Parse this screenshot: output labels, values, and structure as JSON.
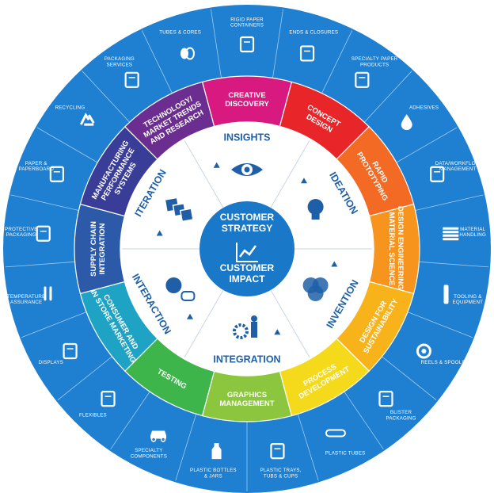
{
  "colors": {
    "outer_ring": "#1f7fd0",
    "outer_divider": "#9ecbef",
    "inner_white": "#ffffff",
    "hub": "#1a78c9",
    "stage_text": "#1f5fa8",
    "icon": "#ffffff"
  },
  "outer_items": [
    {
      "label": "RIGID PAPER CONTAINERS",
      "icon": "rigid-container-icon"
    },
    {
      "label": "ENDS & CLOSURES",
      "icon": "closure-icon"
    },
    {
      "label": "SPECIALTY PAPER PRODUCTS",
      "icon": "paper-cup-icon"
    },
    {
      "label": "ADHESIVES",
      "icon": "drop-icon"
    },
    {
      "label": "DATA/WORKFLOW MANAGEMENT",
      "icon": "swatch-fan-icon"
    },
    {
      "label": "MATERIAL HANDLING",
      "icon": "pallet-icon"
    },
    {
      "label": "TOOLING & EQUIPMENT",
      "icon": "drill-bit-icon"
    },
    {
      "label": "REELS & SPOOLS",
      "icon": "reel-icon"
    },
    {
      "label": "BLISTER PACKAGING",
      "icon": "blister-icon"
    },
    {
      "label": "PLASTIC TUBES",
      "icon": "tube-icon"
    },
    {
      "label": "PLASTIC TRAYS, TUBS & CUPS",
      "icon": "tray-icon"
    },
    {
      "label": "PLASTIC BOTTLES & JARS",
      "icon": "bottle-icon"
    },
    {
      "label": "SPECIALTY COMPONENTS",
      "icon": "car-icon"
    },
    {
      "label": "FLEXIBLES",
      "icon": "pouch-icon"
    },
    {
      "label": "DISPLAYS",
      "icon": "display-icon"
    },
    {
      "label": "TEMPERATURE ASSURANCE",
      "icon": "thermometer-icon"
    },
    {
      "label": "PROTECTIVE PACKAGING",
      "icon": "box-icon"
    },
    {
      "label": "PAPER & PAPERBOARD",
      "icon": "paper-roll-icon"
    },
    {
      "label": "RECYCLING",
      "icon": "recycle-icon"
    },
    {
      "label": "PACKAGING SERVICES",
      "icon": "worker-icon"
    },
    {
      "label": "TUBES & CORES",
      "icon": "tube-core-icon"
    }
  ],
  "mid_items": [
    {
      "label": "CREATIVE DISCOVERY",
      "lines": [
        "CREATIVE",
        "DISCOVERY"
      ],
      "color": "#d8197f"
    },
    {
      "label": "CONCEPT DESIGN",
      "lines": [
        "CONCEPT",
        "DESIGN"
      ],
      "color": "#e8262a"
    },
    {
      "label": "RAPID PROTOTYPING",
      "lines": [
        "RAPID",
        "PROTOTYPING"
      ],
      "color": "#f26a24"
    },
    {
      "label": "DESIGN ENGINEERING/ MATERIAL SCIENCE",
      "lines": [
        "DESIGN ENGINEERING/",
        "MATERIAL SCIENCE"
      ],
      "color": "#f7941d"
    },
    {
      "label": "DESIGN FOR SUSTAINABILITY",
      "lines": [
        "DESIGN FOR",
        "SUSTAINABILITY"
      ],
      "color": "#f8b21a"
    },
    {
      "label": "PROCESS DEVELOPMENT",
      "lines": [
        "PROCESS",
        "DEVELOPMENT"
      ],
      "color": "#f5d91b"
    },
    {
      "label": "GRAPHICS MANAGEMENT",
      "lines": [
        "GRAPHICS",
        "MANAGEMENT"
      ],
      "color": "#8cc63f"
    },
    {
      "label": "TESTING",
      "lines": [
        "TESTING"
      ],
      "color": "#3db54a"
    },
    {
      "label": "CONSUMER AND IN STORE MARKETING",
      "lines": [
        "CONSUMER AND",
        "IN STORE MARKETING"
      ],
      "color": "#1fa3c4"
    },
    {
      "label": "SUPPLY CHAIN INTEGRATION",
      "lines": [
        "SUPPLY CHAIN",
        "INTEGRATION"
      ],
      "color": "#2c5aa9"
    },
    {
      "label": "MANUFACTURING PERFORMANCE SYSTEMS",
      "lines": [
        "MANUFACTURING",
        "PERFORMANCE",
        "SYSTEMS"
      ],
      "color": "#3a3d97"
    },
    {
      "label": "TECHNOLOGY/ MARKET TRENDS AND RESEARCH",
      "lines": [
        "TECHNOLOGY/",
        "MARKET TRENDS",
        "AND RESEARCH"
      ],
      "color": "#6b2d8f"
    }
  ],
  "stages": [
    {
      "label": "INSIGHTS",
      "icon": "eye-icon"
    },
    {
      "label": "IDEATION",
      "icon": "lightbulb-icon"
    },
    {
      "label": "INVENTION",
      "icon": "venn-icon"
    },
    {
      "label": "INTEGRATION",
      "icon": "gear-person-icon"
    },
    {
      "label": "INTERACTION",
      "icon": "chat-person-icon"
    },
    {
      "label": "ITERATION",
      "icon": "stacked-squares-icon"
    }
  ],
  "hub": {
    "top_lines": [
      "CUSTOMER",
      "STRATEGY"
    ],
    "bottom_lines": [
      "CUSTOMER",
      "IMPACT"
    ],
    "icon": "chart-icon"
  }
}
